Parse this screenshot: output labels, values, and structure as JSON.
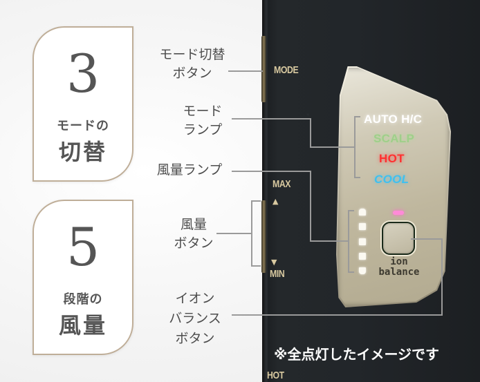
{
  "cards": [
    {
      "number": "3",
      "subtitle": "モードの",
      "title": "切替"
    },
    {
      "number": "5",
      "subtitle": "段階の",
      "title": "風量"
    }
  ],
  "callouts": {
    "mode_button": {
      "line1": "モード切替",
      "line2": "ボタン"
    },
    "mode_lamp": {
      "line1": "モード",
      "line2": "ランプ"
    },
    "airflow_lamp": {
      "line1": "風量ランプ"
    },
    "airflow_button": {
      "line1": "風量",
      "line2": "ボタン"
    },
    "ion_button": {
      "line1": "イオン",
      "line2": "バランス",
      "line3": "ボタン"
    }
  },
  "device": {
    "engravings": {
      "mode": "MODE",
      "max": "MAX",
      "min": "MIN",
      "hot": "HOT"
    },
    "arrows": {
      "up": "▲",
      "down": "▼"
    },
    "mode_lamps": [
      {
        "label": "AUTO H/C",
        "color": "#ffffff"
      },
      {
        "label": "SCALP",
        "color": "#9fcf8a"
      },
      {
        "label": "HOT",
        "color": "#ff3030"
      },
      {
        "label": "COOL",
        "color": "#3ec0f0"
      }
    ],
    "airflow_levels": 5,
    "ion_label": {
      "line1": "ion",
      "line2": "balance"
    },
    "ion_led_color": "#ff8ad8"
  },
  "note": "※全点灯したイメージです",
  "colors": {
    "card_border": "#bfae98",
    "card_text": "#555555",
    "label_text": "#4d4d4d",
    "engraving": "#d8c9a0",
    "device_body": "#22262a",
    "callout_line": "#9a9a9a"
  }
}
